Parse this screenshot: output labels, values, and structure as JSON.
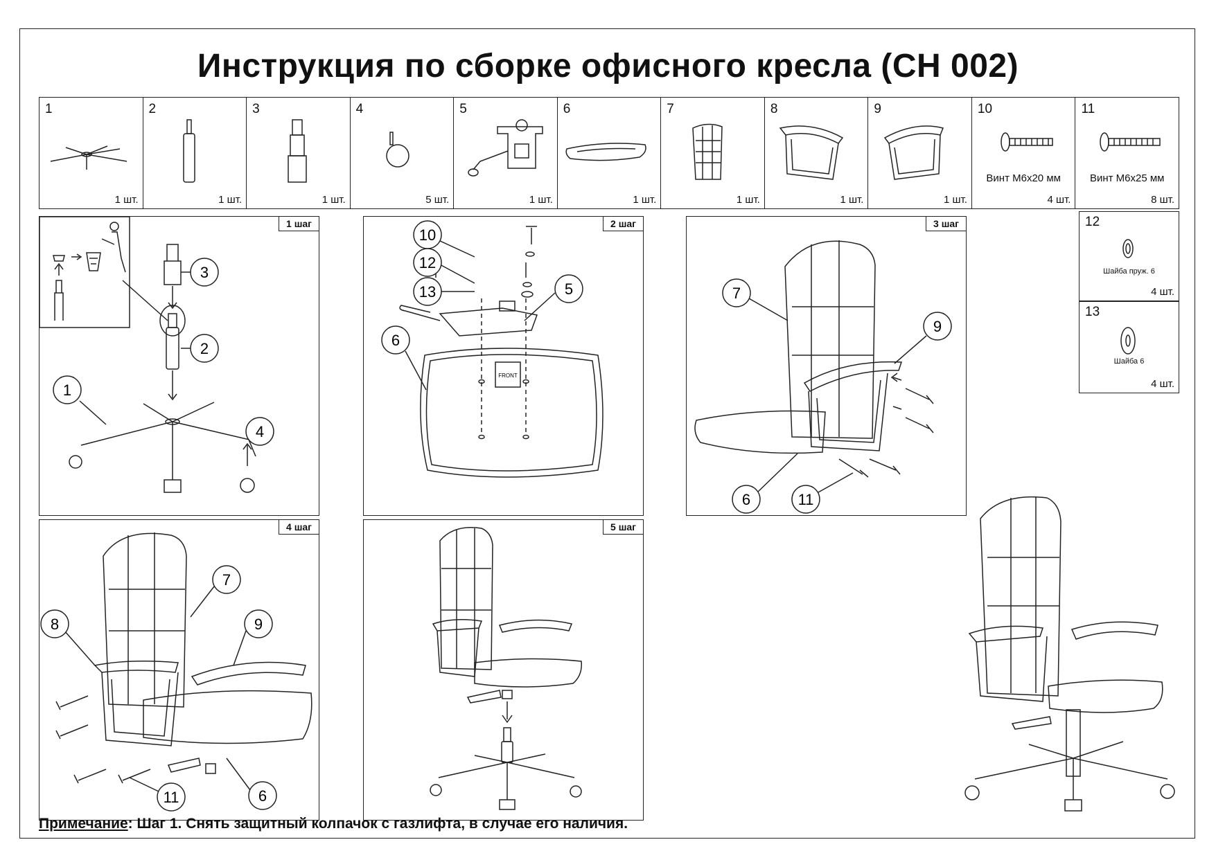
{
  "title": "Инструкция по сборке офисного кресла (CH 002)",
  "parts": [
    {
      "num": "1",
      "qty": "1 шт.",
      "icon": "chair-base-icon"
    },
    {
      "num": "2",
      "qty": "1 шт.",
      "icon": "gas-lift-icon"
    },
    {
      "num": "3",
      "qty": "1 шт.",
      "icon": "gas-lift-cover-icon"
    },
    {
      "num": "4",
      "qty": "5 шт.",
      "icon": "caster-wheel-icon"
    },
    {
      "num": "5",
      "qty": "1 шт.",
      "icon": "tilt-mechanism-icon"
    },
    {
      "num": "6",
      "qty": "1 шт.",
      "icon": "seat-icon"
    },
    {
      "num": "7",
      "qty": "1 шт.",
      "icon": "backrest-icon"
    },
    {
      "num": "8",
      "qty": "1 шт.",
      "icon": "left-armrest-icon"
    },
    {
      "num": "9",
      "qty": "1 шт.",
      "icon": "right-armrest-icon"
    },
    {
      "num": "10",
      "qty": "4 шт.",
      "caption": "Винт М6х20 мм",
      "icon": "screw-icon"
    },
    {
      "num": "11",
      "qty": "8 шт.",
      "caption": "Винт М6х25 мм",
      "icon": "screw-icon"
    }
  ],
  "side_parts": [
    {
      "num": "12",
      "qty": "4 шт.",
      "caption": "Шайба пруж. 6",
      "icon": "spring-washer-icon"
    },
    {
      "num": "13",
      "qty": "4 шт.",
      "caption": "Шайба 6",
      "icon": "washer-icon"
    }
  ],
  "steps": [
    {
      "label": "1 шаг",
      "callouts": [
        "3",
        "2",
        "1",
        "4"
      ]
    },
    {
      "label": "2 шаг",
      "callouts": [
        "10",
        "12",
        "13",
        "5",
        "6"
      ],
      "front_label": "FRONT"
    },
    {
      "label": "3 шаг",
      "callouts": [
        "7",
        "9",
        "6",
        "11"
      ]
    },
    {
      "label": "4 шаг",
      "callouts": [
        "7",
        "8",
        "9",
        "11",
        "6"
      ]
    },
    {
      "label": "5 шаг",
      "callouts": []
    }
  ],
  "note": {
    "label": "Примечание",
    "text": ": Шаг 1. Снять защитный колпачок с газлифта, в случае его наличия."
  },
  "colors": {
    "line": "#222222",
    "background": "#ffffff"
  }
}
